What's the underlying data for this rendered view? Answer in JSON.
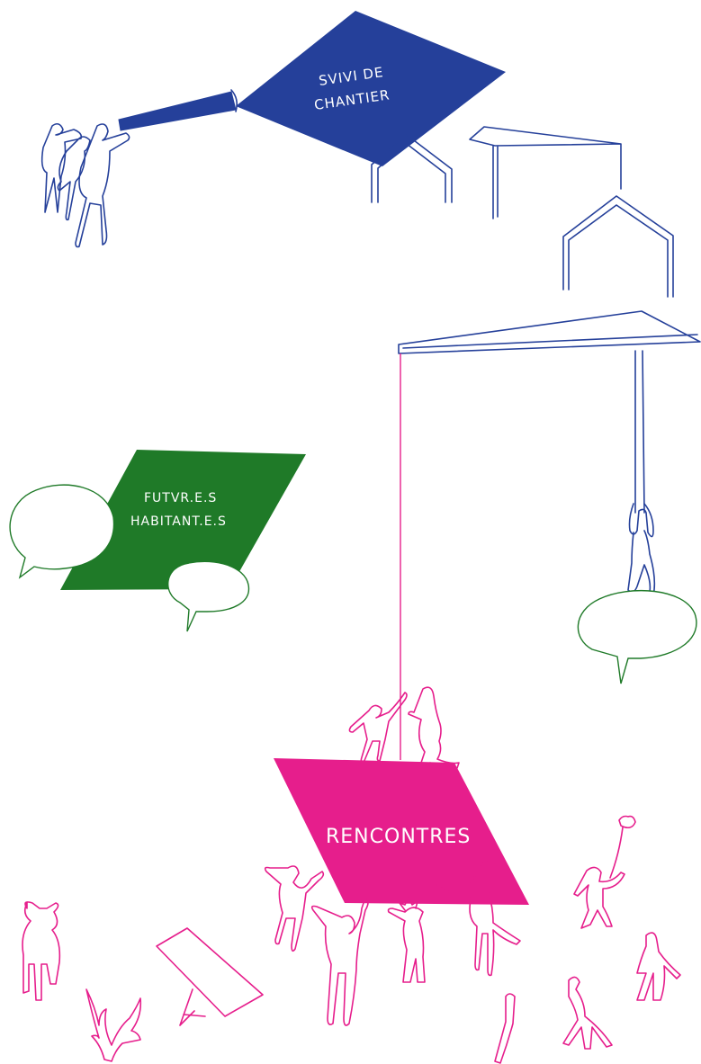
{
  "labels": {
    "suivi_line1": "SVIVI DE",
    "suivi_line2": "CHANTIER",
    "futur_line1": "FUTVR.E.S",
    "futur_line2": "HABITANT.E.S",
    "rencontres": "RENCONTRES"
  },
  "colors": {
    "blue": "#25409a",
    "green": "#1f7a28",
    "pink": "#e61e8c"
  }
}
